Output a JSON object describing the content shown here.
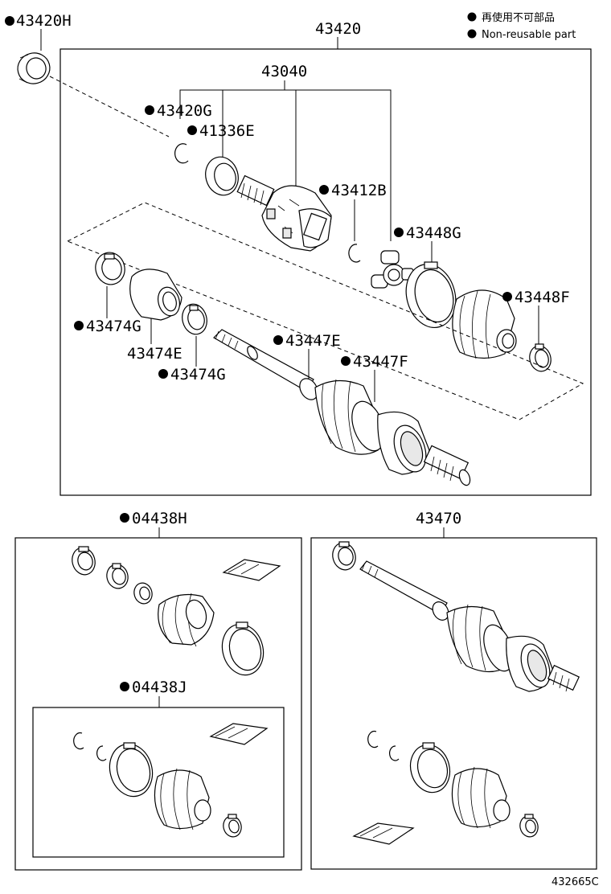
{
  "legend": {
    "jp": "再使用不可部品",
    "en": "Non-reusable part"
  },
  "parts": {
    "p43420H": "43420H",
    "p43420": "43420",
    "p43040": "43040",
    "p43420G": "43420G",
    "p41336E": "41336E",
    "p43412B": "43412B",
    "p43448G": "43448G",
    "p43448F": "43448F",
    "p43474G_a": "43474G",
    "p43474E": "43474E",
    "p43474G_b": "43474G",
    "p43447E": "43447E",
    "p43447F": "43447F",
    "p04438H": "04438H",
    "p04438J": "04438J",
    "p43470": "43470"
  },
  "diagram_code": "432665C"
}
